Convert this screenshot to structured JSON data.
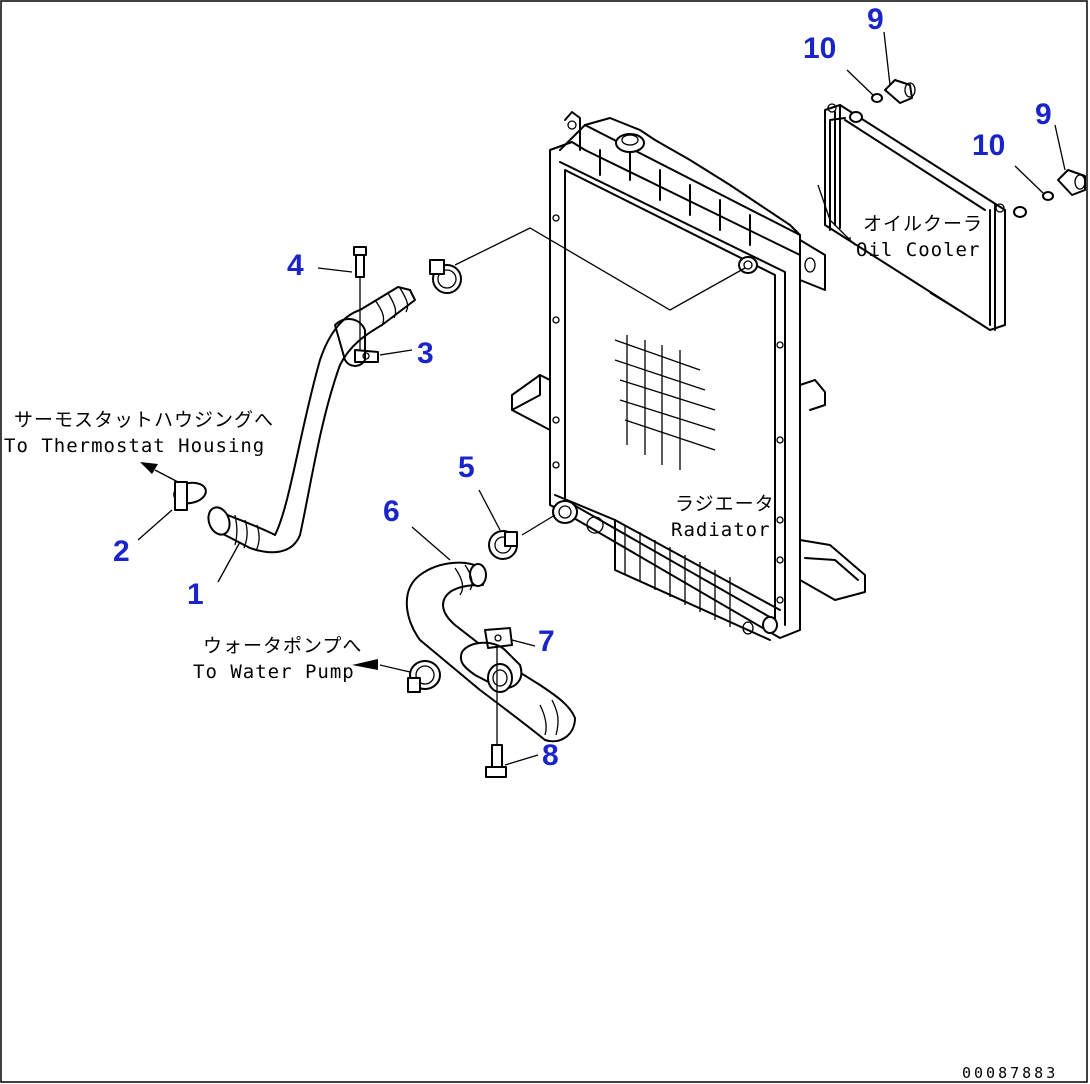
{
  "callouts": {
    "c1": "1",
    "c2": "2",
    "c3": "3",
    "c4": "4",
    "c5": "5",
    "c6": "6",
    "c7": "7",
    "c8": "8",
    "c9a": "9",
    "c9b": "9",
    "c10a": "10",
    "c10b": "10"
  },
  "labels": {
    "thermostat_jp": "サーモスタットハウジングへ",
    "thermostat_en": "To Thermostat Housing",
    "water_pump_jp": "ウォータポンプへ",
    "water_pump_en": "To Water Pump",
    "radiator_jp": "ラジエータ",
    "radiator_en": "Radiator",
    "oil_cooler_jp": "オイルクーラ",
    "oil_cooler_en": "Oil Cooler"
  },
  "document_id": "00087883",
  "colors": {
    "callout": "#1a25c9",
    "line": "#000000",
    "background": "#ffffff"
  }
}
